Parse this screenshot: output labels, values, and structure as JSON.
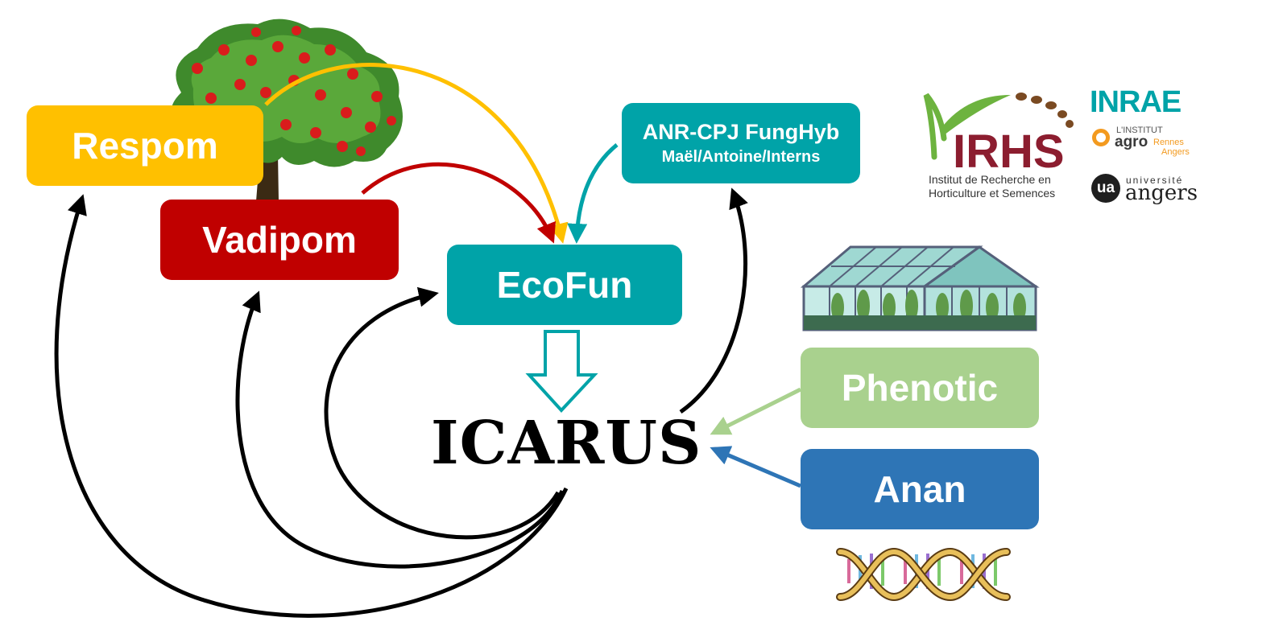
{
  "nodes": {
    "respom": {
      "label": "Respom",
      "color": "#FFC000"
    },
    "vadipom": {
      "label": "Vadipom",
      "color": "#C00000"
    },
    "ecofun": {
      "label": "EcoFun",
      "color": "#00A3A8"
    },
    "anr": {
      "title": "ANR-CPJ FungHyb",
      "subtitle": "Maël/Antoine/Interns",
      "color": "#00A3A8"
    },
    "icarus": {
      "label": "ICARUS"
    },
    "phenotic": {
      "label": "Phenotic",
      "color": "#A9D18E"
    },
    "anan": {
      "label": "Anan",
      "color": "#2E75B6"
    }
  },
  "logos": {
    "irhs": {
      "name": "IRHS",
      "line1": "Institut de Recherche en",
      "line2": "Horticulture et Semences",
      "color": "#8C1D2F",
      "leaf_color": "#6DB33F"
    },
    "inrae": {
      "name": "INRAE",
      "color": "#00A3A8"
    },
    "agro": {
      "institut": "L'INSTITUT",
      "word": "agro",
      "city1": "Rennes",
      "city2": "Angers"
    },
    "university": {
      "mark": "ua",
      "univ": "université",
      "city": "angers"
    }
  },
  "edges": [
    {
      "from": "respom",
      "to": "ecofun",
      "color": "#FFC000"
    },
    {
      "from": "vadipom",
      "to": "ecofun",
      "color": "#C00000"
    },
    {
      "from": "anr",
      "to": "ecofun",
      "color": "#00A3A8"
    },
    {
      "from": "ecofun",
      "to": "icarus",
      "style": "hollow-arrow",
      "color": "#00A3A8"
    },
    {
      "from": "icarus",
      "to": "respom",
      "color": "#000000"
    },
    {
      "from": "icarus",
      "to": "vadipom",
      "color": "#000000"
    },
    {
      "from": "icarus",
      "to": "ecofun",
      "color": "#000000"
    },
    {
      "from": "icarus",
      "to": "anr",
      "color": "#000000"
    },
    {
      "from": "phenotic",
      "to": "icarus",
      "color": "#A9D18E"
    },
    {
      "from": "anan",
      "to": "icarus",
      "color": "#2E75B6"
    }
  ],
  "illustrations": {
    "apple_tree": "apple-tree-illustration",
    "greenhouse": "greenhouse-illustration",
    "dna": "dna-helix-illustration"
  }
}
